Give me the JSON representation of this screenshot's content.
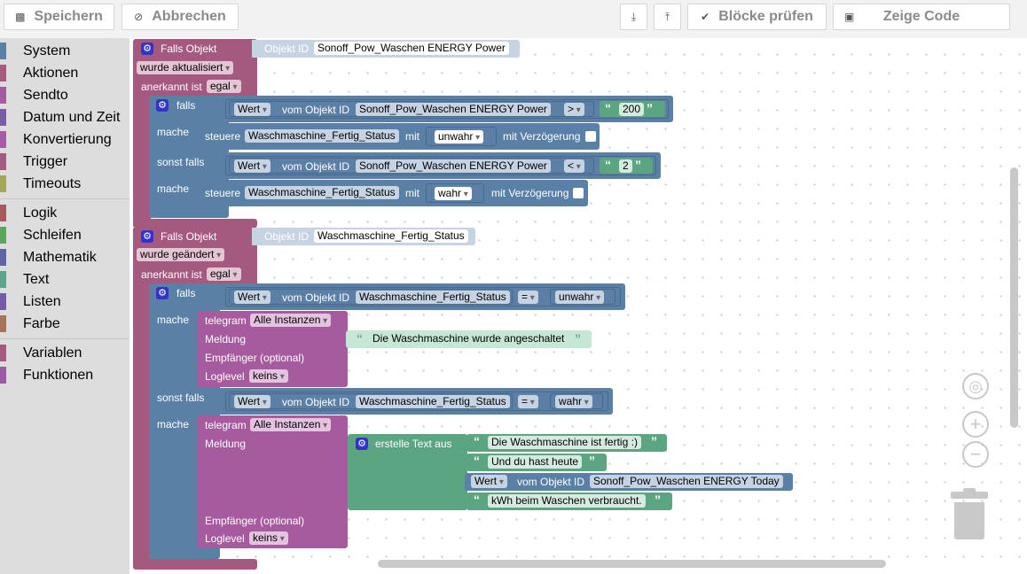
{
  "toolbar": {
    "save_label": "Speichern",
    "cancel_label": "Abbrechen",
    "check_label": "Blöcke prüfen",
    "code_label": "Zeige Code"
  },
  "sidebar": {
    "items": [
      {
        "label": "System",
        "color": "#5a80a5"
      },
      {
        "label": "Aktionen",
        "color": "#a55b80"
      },
      {
        "label": "Sendto",
        "color": "#a55b9e"
      },
      {
        "label": "Datum und Zeit",
        "color": "#7a5ba5"
      },
      {
        "label": "Konvertierung",
        "color": "#a55ba5"
      },
      {
        "label": "Trigger",
        "color": "#a55b80"
      },
      {
        "label": "Timeouts",
        "color": "#a5a55b"
      },
      {
        "label": "Logik",
        "color": "#a55b5b"
      },
      {
        "label": "Schleifen",
        "color": "#5ba55b"
      },
      {
        "label": "Mathematik",
        "color": "#5b67a5"
      },
      {
        "label": "Text",
        "color": "#5ba58c"
      },
      {
        "label": "Listen",
        "color": "#745ba5"
      },
      {
        "label": "Farbe",
        "color": "#a5745b"
      },
      {
        "label": "Variablen",
        "color": "#a55b80"
      },
      {
        "label": "Funktionen",
        "color": "#995ba5"
      }
    ]
  },
  "blocks": {
    "t1": {
      "title": "Falls Objekt",
      "obj_label": "Objekt ID",
      "obj_value": "Sonoff_Pow_Waschen ENERGY  Power",
      "event": "wurde aktualisiert",
      "ack_label": "anerkannt ist",
      "ack_value": "egal",
      "if_label": "falls",
      "do_label": "mache",
      "elseif_label": "sonst falls",
      "c1": {
        "wert": "Wert",
        "from": "vom Objekt ID",
        "oid": "Sonoff_Pow_Waschen ENERGY  Power",
        "op": ">",
        "val": "200"
      },
      "a1": {
        "control": "steuere",
        "oid": "Waschmaschine_Fertig_Status",
        "with": "mit",
        "val": "unwahr",
        "delay": "mit Verzögerung"
      },
      "c2": {
        "wert": "Wert",
        "from": "vom Objekt ID",
        "oid": "Sonoff_Pow_Waschen ENERGY  Power",
        "op": "<",
        "val": "2"
      },
      "a2": {
        "control": "steuere",
        "oid": "Waschmaschine_Fertig_Status",
        "with": "mit",
        "val": "wahr",
        "delay": "mit Verzögerung"
      }
    },
    "t2": {
      "title": "Falls Objekt",
      "obj_label": "Objekt ID",
      "obj_value": "Waschmaschine_Fertig_Status",
      "event": "wurde geändert",
      "ack_label": "anerkannt ist",
      "ack_value": "egal",
      "if_label": "falls",
      "do_label": "mache",
      "elseif_label": "sonst falls",
      "c1": {
        "wert": "Wert",
        "from": "vom Objekt ID",
        "oid": "Waschmaschine_Fertig_Status",
        "op": "=",
        "val": "unwahr"
      },
      "tg1": {
        "telegram": "telegram",
        "inst": "Alle Instanzen",
        "msg_label": "Meldung",
        "msg": "Die Waschmaschine wurde angeschaltet",
        "recv": "Empfänger (optional)",
        "log": "Loglevel",
        "log_val": "keins"
      },
      "c2": {
        "wert": "Wert",
        "from": "vom Objekt ID",
        "oid": "Waschmaschine_Fertig_Status",
        "op": "=",
        "val": "wahr"
      },
      "tg2": {
        "telegram": "telegram",
        "inst": "Alle Instanzen",
        "msg_label": "Meldung",
        "create_text": "erstelle Text aus",
        "t1": "Die Waschmaschine ist fertig :)",
        "t2": "Und du hast heute",
        "wert": "Wert",
        "from": "vom Objekt ID",
        "oid": "Sonoff_Pow_Waschen ENERGY  Today",
        "t3": " kWh beim Waschen verbraucht.",
        "recv": "Empfänger (optional)",
        "log": "Loglevel",
        "log_val": "keins"
      }
    }
  }
}
